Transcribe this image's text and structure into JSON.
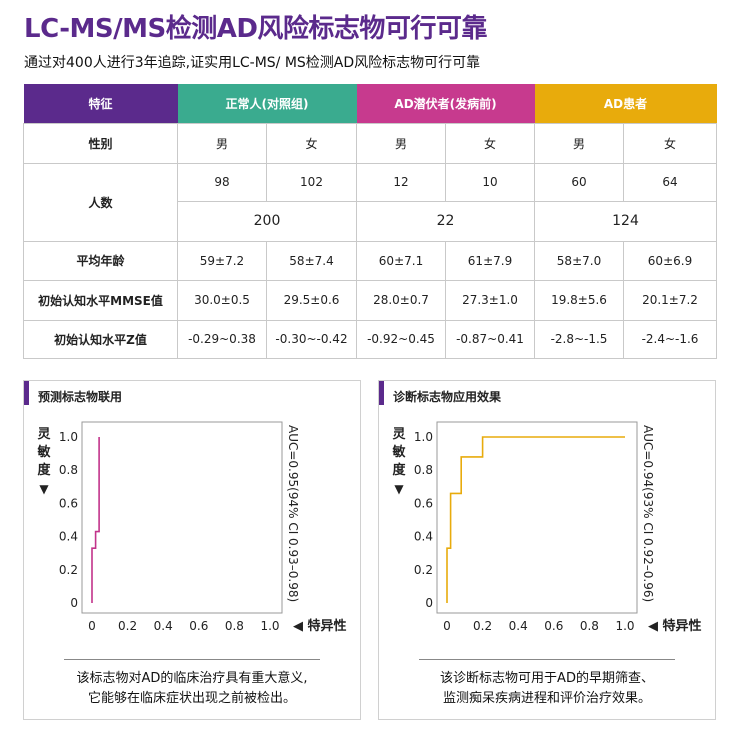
{
  "title": "LC-MS/MS检测AD风险标志物可行可靠",
  "subtitle": "通过对400人进行3年追踪,证实用LC-MS/ MS检测AD风险标志物可行可靠",
  "table": {
    "header": {
      "feature": "特征",
      "normal": "正常人(对照组)",
      "latent": "AD潜伏者(发病前)",
      "patient": "AD患者"
    },
    "sex_row": {
      "label": "性别",
      "cells": [
        "男",
        "女",
        "男",
        "女",
        "男",
        "女"
      ]
    },
    "count_row": {
      "label": "人数",
      "cells": [
        "98",
        "102",
        "12",
        "10",
        "60",
        "64"
      ],
      "totals": [
        "200",
        "22",
        "124"
      ]
    },
    "age_row": {
      "label": "平均年龄",
      "cells": [
        "59±7.2",
        "58±7.4",
        "60±7.1",
        "61±7.9",
        "58±7.0",
        "60±6.9"
      ]
    },
    "mmse_row": {
      "label": "初始认知水平MMSE值",
      "cells": [
        "30.0±0.5",
        "29.5±0.6",
        "28.0±0.7",
        "27.3±1.0",
        "19.8±5.6",
        "20.1±7.2"
      ]
    },
    "z_row": {
      "label": "初始认知水平Z值",
      "cells": [
        "-0.29~0.38",
        "-0.30~-0.42",
        "-0.92~0.45",
        "-0.87~0.41",
        "-2.8~-1.5",
        "-2.4~-1.6"
      ]
    }
  },
  "colors": {
    "title": "#5b2a8c",
    "feature_header": "#5b2a8c",
    "normal_header": "#3aab8f",
    "latent_header": "#c73a8e",
    "patient_header": "#e8ab0c",
    "left_curve": "#c2338a",
    "right_curve": "#e8ab0c"
  },
  "panels": {
    "left": {
      "title": "预测标志物联用",
      "caption_lines": [
        "该标志物对AD的临床治疗具有重大意义,",
        "它能够在临床症状出现之前被检出。"
      ]
    },
    "right": {
      "title": "诊断标志物应用效果",
      "caption_lines": [
        "该诊断标志物可用于AD的早期筛查、",
        "监测痴呆疾病进程和评价治疗效果。"
      ]
    }
  },
  "chart_data": [
    {
      "type": "line",
      "step": true,
      "ylabel_chars": [
        "灵",
        "敏",
        "度"
      ],
      "ylabel_arrow": "▼",
      "xlabel": "◀ 特异性",
      "xticks": [
        "0",
        "0.2",
        "0.4",
        "0.6",
        "0.8",
        "1.0"
      ],
      "yticks": [
        "0",
        "0.2",
        "0.4",
        "0.6",
        "0.8",
        "1.0"
      ],
      "xlim": [
        0,
        1
      ],
      "ylim": [
        0,
        1
      ],
      "annotation": "AUC=0.95(94% CI 0.93–0.98)",
      "series": [
        {
          "x": [
            0,
            0,
            0.02,
            0.02,
            0.04,
            0.04,
            0.04,
            0.04,
            0.04,
            0.04,
            0.04,
            0.04,
            0.04,
            0.04,
            0.04,
            0.04,
            0.04,
            0.04,
            0.04,
            0.04,
            0.04,
            0.04,
            0.04,
            0.04,
            0.04,
            0.04,
            0.04,
            0.04,
            0.04,
            0.04,
            0.04,
            0.04,
            0.04,
            0.04,
            0.04,
            0.04,
            0.04,
            0.04,
            0.04,
            0.04,
            0.04,
            0.04,
            0.04,
            0.04,
            0.04,
            0.04,
            0.04,
            0.04,
            0.04,
            0.04
          ],
          "y": [
            0,
            0.33,
            0.33,
            0.43,
            0.43,
            0.65,
            0.65,
            0.88,
            0.88,
            1.0,
            1.0,
            1.0,
            1.0,
            1.0,
            1.0,
            1.0,
            1.0,
            1.0,
            1.0,
            1.0,
            1.0,
            1.0,
            1.0,
            1.0,
            1.0,
            1.0,
            1.0,
            1.0,
            1.0,
            1.0,
            1.0,
            1.0,
            1.0,
            1.0,
            1.0,
            1.0,
            1.0,
            1.0,
            1.0,
            1.0,
            1.0,
            1.0,
            1.0,
            1.0,
            1.0,
            1.0,
            1.0,
            1.0,
            1.0,
            1.0
          ]
        }
      ]
    },
    {
      "type": "line",
      "step": true,
      "ylabel_chars": [
        "灵",
        "敏",
        "度"
      ],
      "ylabel_arrow": "▼",
      "xlabel": "◀ 特异性",
      "xticks": [
        "0",
        "0.2",
        "0.4",
        "0.6",
        "0.8",
        "1.0"
      ],
      "yticks": [
        "0",
        "0.2",
        "0.4",
        "0.6",
        "0.8",
        "1.0"
      ],
      "xlim": [
        0,
        1
      ],
      "ylim": [
        0,
        1
      ],
      "annotation": "AUC=0.94(93% CI 0.92–0.96)",
      "series": [
        {
          "x": [
            0,
            0,
            0.02,
            0.02,
            0.08,
            0.08,
            0.2,
            0.2,
            1.0
          ],
          "y": [
            0,
            0.33,
            0.33,
            0.66,
            0.66,
            0.88,
            0.88,
            1.0,
            1.0
          ]
        }
      ]
    }
  ]
}
